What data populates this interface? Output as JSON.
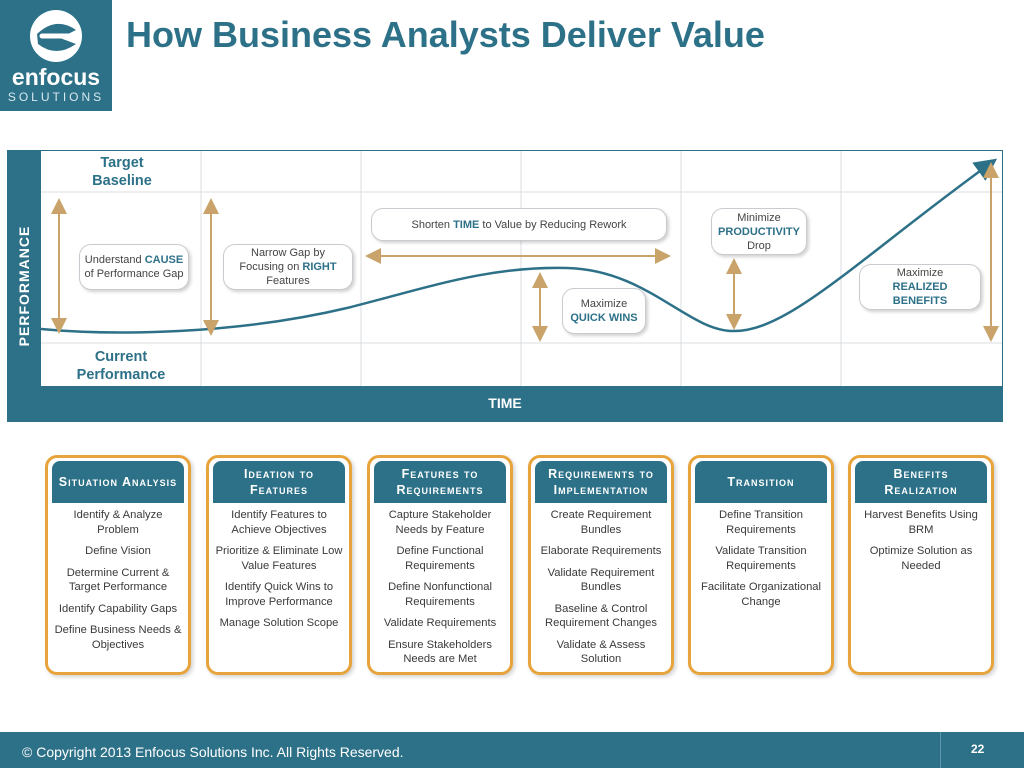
{
  "header": {
    "title": "How Business Analysts Deliver Value",
    "logo": {
      "word1": "enfocus",
      "word2": "SOLUTIONS"
    }
  },
  "chart": {
    "y_axis_label": "PERFORMANCE",
    "x_axis_label": "TIME",
    "target_label": "Target Baseline",
    "current_label": "Current Performance",
    "callouts": {
      "c1_pre": "Understand ",
      "c1_hl": "CAUSE",
      "c1_post": "of Performance Gap",
      "c2_pre": "Narrow Gap by Focusing on ",
      "c2_hl": "RIGHT",
      "c2_post": " Features",
      "c3_pre": "Shorten ",
      "c3_hl": "TIME",
      "c3_post": " to Value by Reducing Rework",
      "c4_pre": "Maximize",
      "c4_hl": "QUICK WINS",
      "c5_pre": "Minimize",
      "c5_hl": "PRODUCTIVITY",
      "c5_post": "Drop",
      "c6_pre": "Maximize",
      "c6_hl": "REALIZED BENEFITS"
    },
    "colors": {
      "teal": "#2d7188",
      "gold": "#c9a36a",
      "grid": "#d9dde0"
    }
  },
  "phases": [
    {
      "title": "Situation Analysis",
      "items": [
        "Identify & Analyze Problem",
        "Define Vision",
        "Determine Current & Target Performance",
        "Identify Capability Gaps",
        "Define Business Needs & Objectives"
      ]
    },
    {
      "title": "Ideation to Features",
      "items": [
        "Identify Features to Achieve Objectives",
        "Prioritize & Eliminate Low Value Features",
        "Identify Quick Wins to Improve Performance",
        "Manage Solution Scope"
      ]
    },
    {
      "title": "Features to Requirements",
      "items": [
        "Capture Stakeholder Needs by Feature",
        "Define Functional Requirements",
        "Define Nonfunctional Requirements",
        "Validate Requirements",
        "Ensure Stakeholders Needs are Met"
      ]
    },
    {
      "title": "Requirements to Implementation",
      "items": [
        "Create Requirement Bundles",
        "Elaborate Requirements",
        "Validate Requirement Bundles",
        "Baseline & Control Requirement Changes",
        "Validate & Assess Solution"
      ]
    },
    {
      "title": "Transition",
      "items": [
        "Define Transition Requirements",
        "Validate Transition Requirements",
        "Facilitate Organizational Change"
      ]
    },
    {
      "title": "Benefits Realization",
      "items": [
        "Harvest Benefits Using BRM",
        "Optimize Solution as Needed"
      ]
    }
  ],
  "footer": {
    "copyright": "© Copyright 2013 Enfocus Solutions Inc. All Rights Reserved.",
    "page_number": "22"
  }
}
